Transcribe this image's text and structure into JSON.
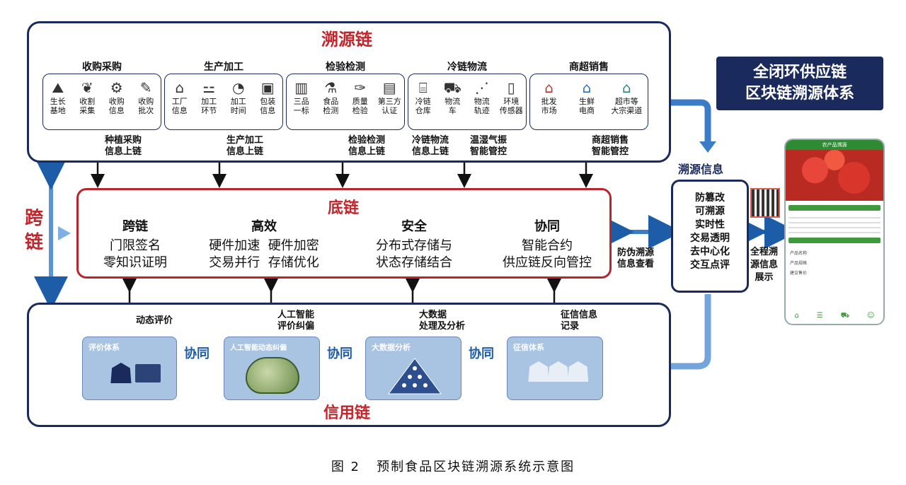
{
  "trace_chain": {
    "title": "溯源链",
    "groups": [
      {
        "label": "收购采购",
        "items": [
          {
            "label": "生长\n基地",
            "icon": "field-icon"
          },
          {
            "label": "收割\n采集",
            "icon": "plant-icon"
          },
          {
            "label": "收购\n信息",
            "icon": "transport-icon"
          },
          {
            "label": "收购\n批次",
            "icon": "document-icon"
          }
        ]
      },
      {
        "label": "生产加工",
        "items": [
          {
            "label": "工厂\n信息",
            "icon": "factory-icon"
          },
          {
            "label": "加工\n环节",
            "icon": "conveyor-icon"
          },
          {
            "label": "加工\n时间",
            "icon": "clock-icon"
          },
          {
            "label": "包装\n信息",
            "icon": "box-icon"
          }
        ]
      },
      {
        "label": "检验检测",
        "items": [
          {
            "label": "三品\n一标",
            "icon": "books-icon"
          },
          {
            "label": "食品\n检测",
            "icon": "flask-icon"
          },
          {
            "label": "质量\n检验",
            "icon": "microscope-icon"
          },
          {
            "label": "第三方\n认证",
            "icon": "certificate-icon"
          }
        ]
      },
      {
        "label": "冷链物流",
        "items": [
          {
            "label": "冷链\n仓库",
            "icon": "warehouse-icon"
          },
          {
            "label": "物流\n车",
            "icon": "truck-icon"
          },
          {
            "label": "物流\n轨迹",
            "icon": "track-icon"
          },
          {
            "label": "环境\n传感器",
            "icon": "sensor-icon"
          }
        ]
      },
      {
        "label": "商超销售",
        "items": [
          {
            "label": "批发\n市场",
            "icon": "market-icon"
          },
          {
            "label": "生鲜\n电商",
            "icon": "shop-icon"
          },
          {
            "label": "超市等\n大宗渠道",
            "icon": "supermarket-icon"
          }
        ]
      }
    ],
    "uplinks": [
      "种植采购\n信息上链",
      "生产加工\n信息上链",
      "检验检测\n信息上链",
      "冷链物流\n信息上链",
      "温湿气振\n智能管控",
      "商超销售\n智能管控"
    ]
  },
  "title_box": {
    "line1": "全闭环供应链",
    "line2": "区块链溯源体系"
  },
  "base_chain": {
    "title": "底链",
    "columns": [
      {
        "head": "跨链",
        "lines": [
          "门限签名",
          "零知识证明"
        ]
      },
      {
        "head": "高效",
        "lines": [
          "硬件加速  硬件加密",
          "交易并行  存储优化"
        ]
      },
      {
        "head": "安全",
        "lines": [
          "分布式存储与",
          "状态存储结合"
        ]
      },
      {
        "head": "协同",
        "lines": [
          "智能合约",
          "供应链反向管控"
        ]
      }
    ]
  },
  "cross_chain": {
    "label1": "跨",
    "label2": "链"
  },
  "trace_info": {
    "label": "溯源信息",
    "props": [
      "防篡改",
      "可溯源",
      "实时性",
      "交易透明",
      "去中心化",
      "交互点评"
    ],
    "anti_fake": "防伪溯源\n信息查看",
    "full_trace": "全程溯\n源信息\n展示"
  },
  "credit_chain": {
    "title": "信用链",
    "downlinks": [
      "动态评价",
      "人工智能\n评价纠偏",
      "大数据\n处理及分析",
      "征信信息\n记录"
    ],
    "cards": [
      {
        "title": "评价体系",
        "icon": "evaluator-icon"
      },
      {
        "title": "人工智能动态纠偏",
        "icon": "brain-icon"
      },
      {
        "title": "大数据分析",
        "icon": "pyramid-icon"
      },
      {
        "title": "征信体系",
        "icon": "people-icon"
      }
    ],
    "link_label": "协同"
  },
  "phone": {
    "header": "农产品溯源",
    "texts": [
      "产品名称",
      "产品规格",
      "建议售价"
    ]
  },
  "caption": "图 2   预制食品区块链溯源系统示意图",
  "colors": {
    "navy": "#1b2a5c",
    "red": "#c0262c",
    "blue": "#3a7cc8",
    "green": "#3e9a3a"
  }
}
